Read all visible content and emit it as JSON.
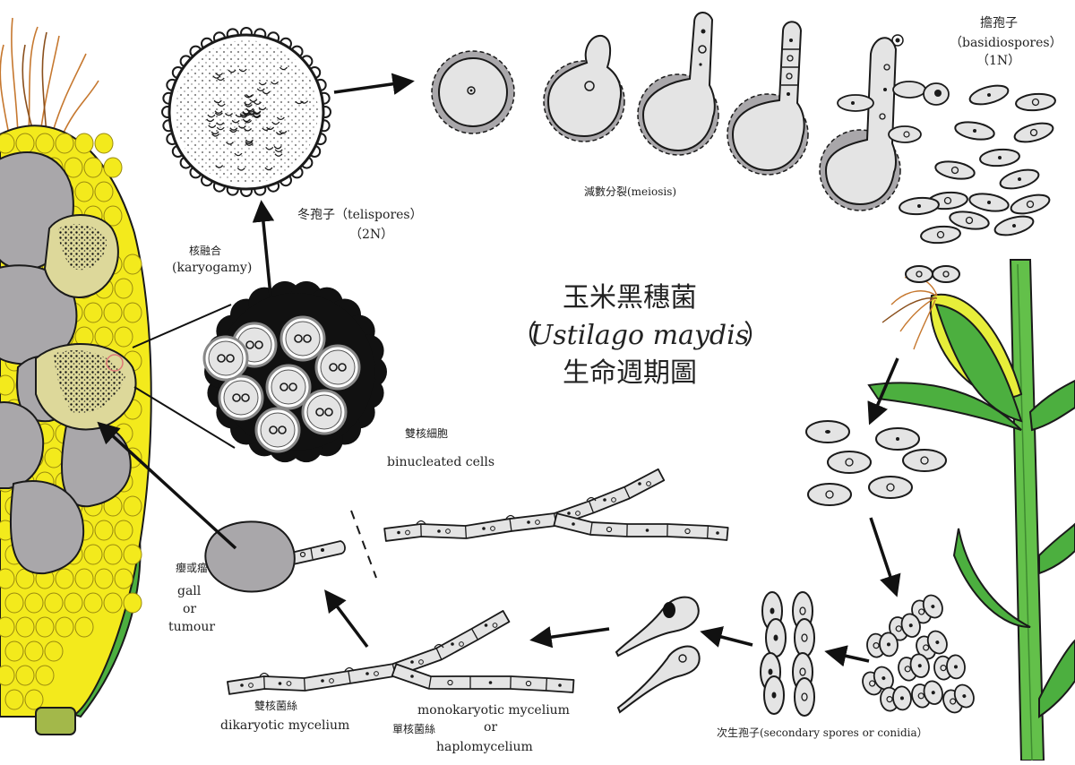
{
  "title": {
    "line1": "玉米黑穗菌",
    "open_paren": "（",
    "latin": "Ustilago maydis",
    "close_paren": "）",
    "line3": "生命週期圖"
  },
  "labels": {
    "telispores_zh": "冬孢子（telispores）",
    "telispores_ploidy": "（2N）",
    "meiosis": "減數分裂(meiosis)",
    "basidiospores_zh": "擔孢子",
    "basidiospores_en": "（basidiospores）",
    "basidiospores_ploidy": "（1N）",
    "karyogamy_zh": "核融合",
    "karyogamy_en": "(karyogamy)",
    "binucleated_zh": "雙核細胞",
    "binucleated_en": "binucleated cells",
    "gall_zh": "癭或瘤",
    "gall_en1": "gall",
    "gall_en2": "or",
    "gall_en3": "tumour",
    "dikaryotic_zh": "雙核菌絲",
    "dikaryotic_en": "dikaryotic mycelium",
    "mono_en1": "monokaryotic mycelium",
    "mono_zh": "單核菌絲",
    "mono_en2": "or",
    "mono_en3": "haplomycelium",
    "secondary": "次生孢子(secondary spores or conidia）"
  },
  "colors": {
    "kernel_yellow": "#f3ea1c",
    "kernel_outline": "#9a8a10",
    "gall_grey": "#a9a7aa",
    "husk_green": "#4caf3f",
    "stalk_green": "#63c04a",
    "spore_fill": "#e4e4e4",
    "outline": "#1a1a1a",
    "dark": "#111111"
  }
}
